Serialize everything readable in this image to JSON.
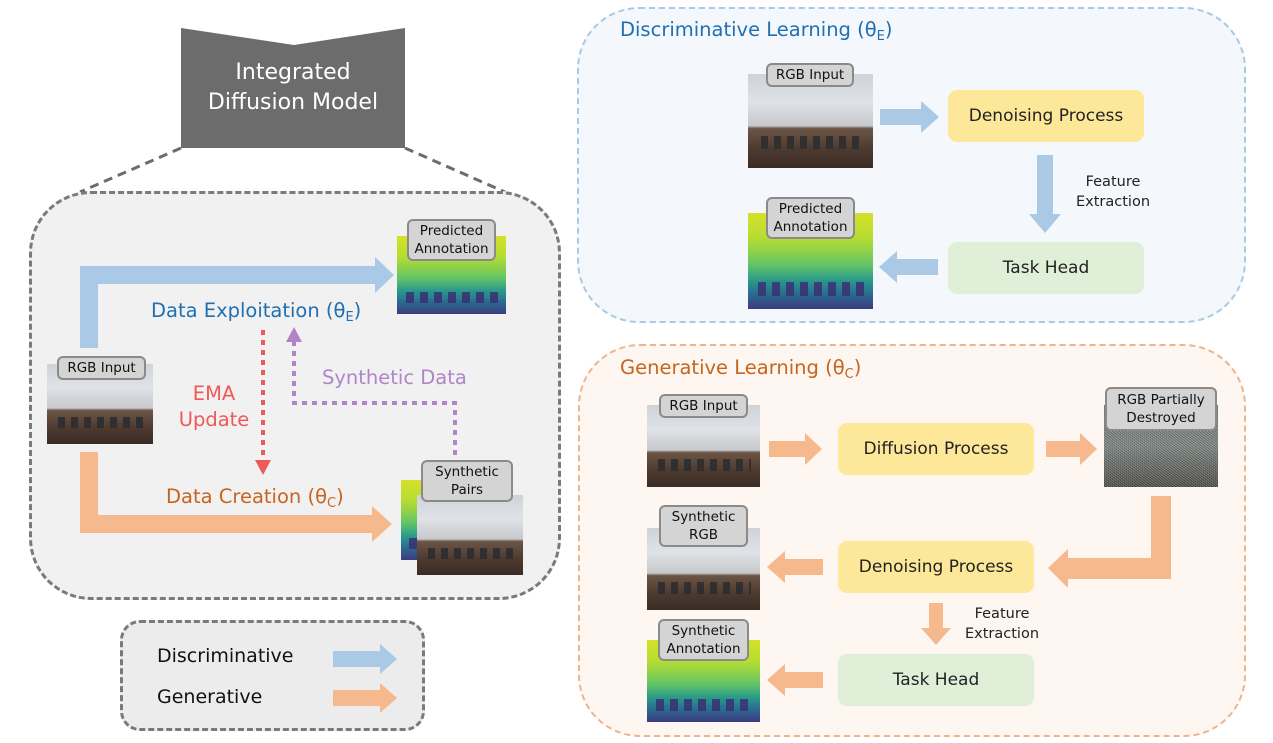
{
  "model_label": "Integrated\nDiffusion Model",
  "discriminative_panel": {
    "title_main": "Discriminative Learning (θ",
    "title_sub": "E",
    "title_end": ")",
    "rgb_input": "RGB Input",
    "denoising": "Denoising Process",
    "feature_extraction": "Feature\nExtraction",
    "predicted_annotation": "Predicted\nAnnotation",
    "task_head": "Task Head"
  },
  "generative_panel": {
    "title_main": "Generative Learning (θ",
    "title_sub": "C",
    "title_end": ")",
    "rgb_input": "RGB Input",
    "diffusion": "Diffusion Process",
    "rgb_destroyed": "RGB Partially\nDestroyed",
    "synthetic_rgb": "Synthetic\nRGB",
    "denoising": "Denoising Process",
    "feature_extraction": "Feature\nExtraction",
    "synthetic_annotation": "Synthetic\nAnnotation",
    "task_head": "Task Head"
  },
  "model_panel": {
    "predicted_annotation": "Predicted\nAnnotation",
    "data_exploitation_main": "Data Exploitation (θ",
    "data_exploitation_sub": "E",
    "data_exploitation_end": ")",
    "rgb_input": "RGB Input",
    "ema_update": "EMA\nUpdate",
    "synthetic_data": "Synthetic Data",
    "synthetic_pairs": "Synthetic\nPairs",
    "data_creation_main": "Data Creation (θ",
    "data_creation_sub": "C",
    "data_creation_end": ")"
  },
  "legend": {
    "discriminative": "Discriminative",
    "generative": "Generative"
  },
  "colors": {
    "blue_arrow": "#a9c9e6",
    "orange_arrow": "#f5b98d",
    "blue_text": "#1f6fb2",
    "orange_text": "#c8641e",
    "ema_red": "#ee5a5a",
    "synthetic_purple": "#b085c8"
  }
}
